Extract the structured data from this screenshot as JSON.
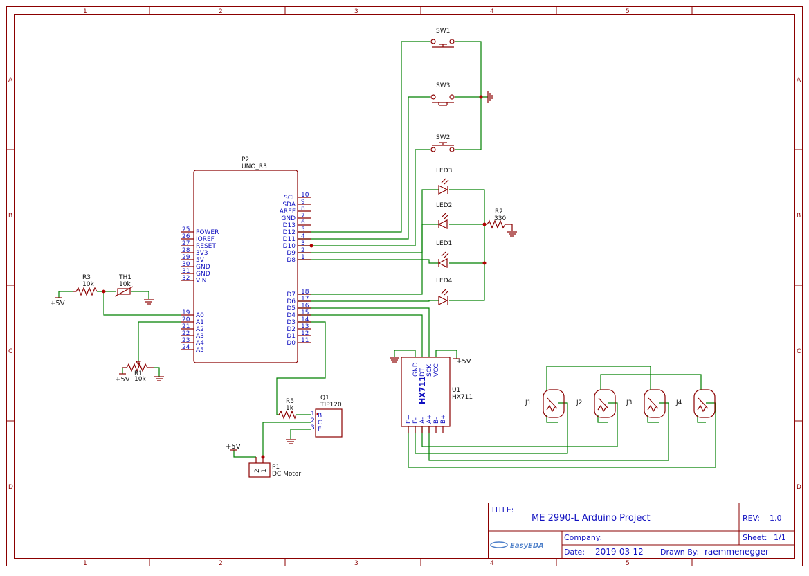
{
  "frame": {
    "zones_x": [
      "1",
      "2",
      "3",
      "4",
      "5"
    ],
    "zones_y": [
      "A",
      "B",
      "C",
      "D"
    ],
    "colors": {
      "border": "#8b0000",
      "wire": "#008000",
      "text": "#1010c0",
      "junction": "#b00000"
    }
  },
  "components": {
    "sw1": "SW1",
    "sw2": "SW2",
    "sw3": "SW3",
    "led1": "LED1",
    "led2": "LED2",
    "led3": "LED3",
    "led4": "LED4",
    "r2": {
      "ref": "R2",
      "value": "330"
    },
    "r3": {
      "ref": "R3",
      "value": "10k"
    },
    "th1": {
      "ref": "TH1",
      "value": "10k"
    },
    "r1": {
      "ref": "R1",
      "value": "10k"
    },
    "r5": {
      "ref": "R5",
      "value": "1k"
    },
    "q1": {
      "ref": "Q1",
      "value": "TIP120",
      "pins": [
        "B",
        "C",
        "E"
      ],
      "nums": [
        "1",
        "2",
        "3"
      ]
    },
    "p1": {
      "ref": "P1",
      "value": "DC Motor",
      "nums": [
        "2",
        "1"
      ]
    },
    "u1": {
      "ref": "U1",
      "value": "HX711",
      "body": "HX711",
      "top_pins": [
        "GND",
        "DT",
        "SCK",
        "VCC"
      ],
      "bottom_pins": [
        "E+",
        "E-",
        "A-",
        "A+",
        "B-",
        "B+"
      ]
    },
    "j": [
      "J1",
      "J2",
      "J3",
      "J4"
    ],
    "p2": {
      "ref": "P2",
      "value": "UNO_R3",
      "left_pins": [
        {
          "n": "25",
          "l": "POWER"
        },
        {
          "n": "26",
          "l": "IOREF"
        },
        {
          "n": "27",
          "l": "RESET"
        },
        {
          "n": "28",
          "l": "3V3"
        },
        {
          "n": "29",
          "l": "5V"
        },
        {
          "n": "30",
          "l": "GND"
        },
        {
          "n": "31",
          "l": "GND"
        },
        {
          "n": "32",
          "l": "VIN"
        }
      ],
      "analog_pins": [
        {
          "n": "19",
          "l": "A0"
        },
        {
          "n": "20",
          "l": "A1"
        },
        {
          "n": "21",
          "l": "A2"
        },
        {
          "n": "22",
          "l": "A3"
        },
        {
          "n": "23",
          "l": "A4"
        },
        {
          "n": "24",
          "l": "A5"
        }
      ],
      "right_top_pins": [
        {
          "n": "10",
          "l": "SCL"
        },
        {
          "n": "9",
          "l": "SDA"
        },
        {
          "n": "8",
          "l": "AREF"
        },
        {
          "n": "7",
          "l": "GND"
        },
        {
          "n": "6",
          "l": "D13"
        },
        {
          "n": "5",
          "l": "D12"
        },
        {
          "n": "4",
          "l": "D11"
        },
        {
          "n": "3",
          "l": "D10"
        },
        {
          "n": "2",
          "l": "D9"
        },
        {
          "n": "1",
          "l": "D8"
        }
      ],
      "right_bot_pins": [
        {
          "n": "18",
          "l": "D7"
        },
        {
          "n": "17",
          "l": "D6"
        },
        {
          "n": "16",
          "l": "D5"
        },
        {
          "n": "15",
          "l": "D4"
        },
        {
          "n": "14",
          "l": "D3"
        },
        {
          "n": "13",
          "l": "D2"
        },
        {
          "n": "12",
          "l": "D1"
        },
        {
          "n": "11",
          "l": "D0"
        }
      ]
    }
  },
  "power": {
    "vcc": "+5V"
  },
  "title_block": {
    "title_label": "TITLE:",
    "title": "ME 2990-L Arduino Project",
    "rev_label": "REV:",
    "rev": "1.0",
    "company_label": "Company:",
    "company": "",
    "sheet_label": "Sheet:",
    "sheet": "1/1",
    "date_label": "Date:",
    "date": "2019-03-12",
    "drawn_label": "Drawn By:",
    "drawn_by": "raemmenegger",
    "logo": "EasyEDA"
  }
}
